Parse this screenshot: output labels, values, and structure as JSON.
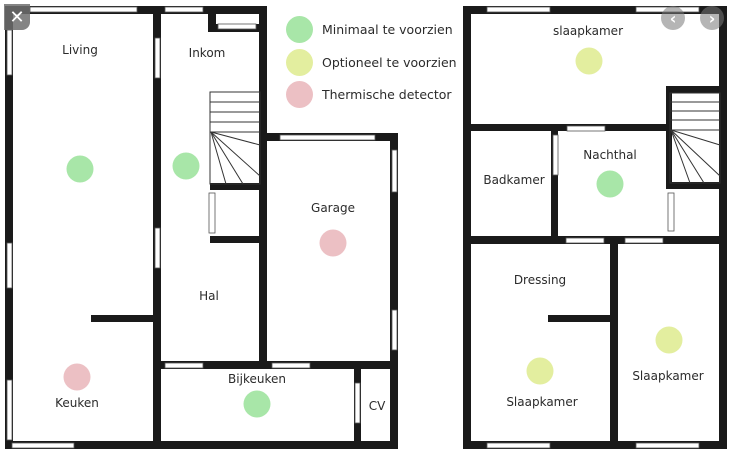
{
  "viewer": {
    "close_icon": "✕",
    "prev_icon": "‹",
    "next_icon": "›"
  },
  "legend": {
    "items": [
      {
        "label": "Minimaal te voorzien",
        "color": "#a8e6a8"
      },
      {
        "label": "Optioneel te voorzien",
        "color": "#e3ee9f"
      },
      {
        "label": "Thermische detector",
        "color": "#ecc0c4"
      }
    ]
  },
  "ground_floor": {
    "rooms": {
      "living": "Living",
      "inkom": "Inkom",
      "garage": "Garage",
      "hal": "Hal",
      "keuken": "Keuken",
      "bijkeuken": "Bijkeuken",
      "cv": "CV"
    }
  },
  "first_floor": {
    "rooms": {
      "slaapkamer_top": "slaapkamer",
      "badkamer": "Badkamer",
      "nachthal": "Nachthal",
      "dressing": "Dressing",
      "slaapkamer_left": "Slaapkamer",
      "slaapkamer_right": "Slaapkamer"
    }
  },
  "detectors": [
    {
      "room": "Living",
      "type": "minimaal",
      "color": "#a8e6a8"
    },
    {
      "room": "Inkom",
      "type": "minimaal",
      "color": "#a8e6a8"
    },
    {
      "room": "Garage",
      "type": "thermisch",
      "color": "#ecc0c4"
    },
    {
      "room": "Keuken",
      "type": "thermisch",
      "color": "#ecc0c4"
    },
    {
      "room": "Bijkeuken",
      "type": "minimaal",
      "color": "#a8e6a8"
    },
    {
      "room": "slaapkamer",
      "type": "optioneel",
      "color": "#e3ee9f"
    },
    {
      "room": "Nachthal",
      "type": "minimaal",
      "color": "#a8e6a8"
    },
    {
      "room": "Slaapkamer (links)",
      "type": "optioneel",
      "color": "#e3ee9f"
    },
    {
      "room": "Slaapkamer (rechts)",
      "type": "optioneel",
      "color": "#e3ee9f"
    }
  ]
}
